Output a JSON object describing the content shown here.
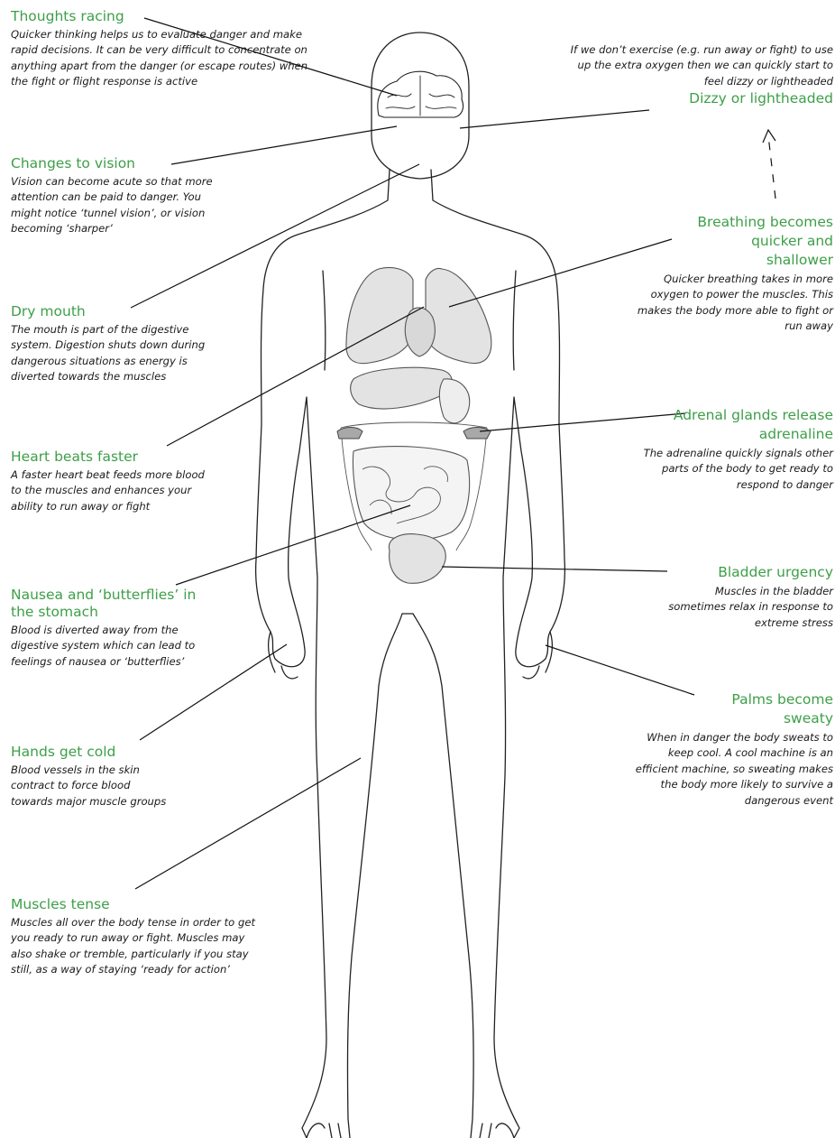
{
  "colors": {
    "heading": "#3d9f48",
    "body_text": "#1a1a1a",
    "outline": "#222222",
    "organ_fill": "#e3e3e3",
    "adrenal_fill": "#a8a8a8"
  },
  "labels": {
    "thoughts": {
      "title": "Thoughts racing",
      "text": "Quicker thinking helps us to evaluate danger and make rapid decisions. It can be very difficult to concentrate on anything apart from the danger (or escape routes) when the fight or flight response is active"
    },
    "vision": {
      "title": "Changes to vision",
      "text": "Vision can become acute so that more attention can be paid to danger. You might notice ‘tunnel vision’, or vision becoming ‘sharper’"
    },
    "mouth": {
      "title": "Dry mouth",
      "text": "The mouth is part of the digestive system. Digestion shuts down during dangerous situations as energy is diverted towards the muscles"
    },
    "heart": {
      "title": "Heart beats faster",
      "text": "A faster heart beat feeds more blood to the muscles and enhances your ability to run away or fight"
    },
    "nausea": {
      "title": "Nausea and ‘butterflies’ in the stomach",
      "text": "Blood is diverted away from the digestive system which can lead to feelings of nausea or ‘butterflies’"
    },
    "hands": {
      "title": "Hands get cold",
      "text": "Blood vessels in the skin contract to force blood towards major muscle groups"
    },
    "muscles": {
      "title": "Muscles tense",
      "text": "Muscles all over the body tense in order to get you ready to run away or fight. Muscles may also shake or tremble, particularly if you stay still, as a way of staying ‘ready for action’"
    },
    "dizzy": {
      "title": "Dizzy or lightheaded",
      "text": "If we don’t exercise (e.g. run away or fight) to use up the extra oxygen then we can quickly start to feel dizzy or lightheaded"
    },
    "breathing": {
      "title": "Breathing becomes quicker and shallower",
      "text": "Quicker breathing takes in more oxygen to power the muscles. This makes the body more able to fight or run away"
    },
    "adrenal": {
      "title": "Adrenal glands release adrenaline",
      "text": "The adrenaline quickly signals other parts of the body to get ready to respond to danger"
    },
    "bladder": {
      "title": "Bladder urgency",
      "text": "Muscles in the bladder sometimes relax in response to extreme stress"
    },
    "palms": {
      "title": "Palms become sweaty",
      "text": "When in danger the body sweats to keep cool.  A cool machine is an efficient machine, so sweating makes the body more likely to survive a dangerous event"
    }
  }
}
